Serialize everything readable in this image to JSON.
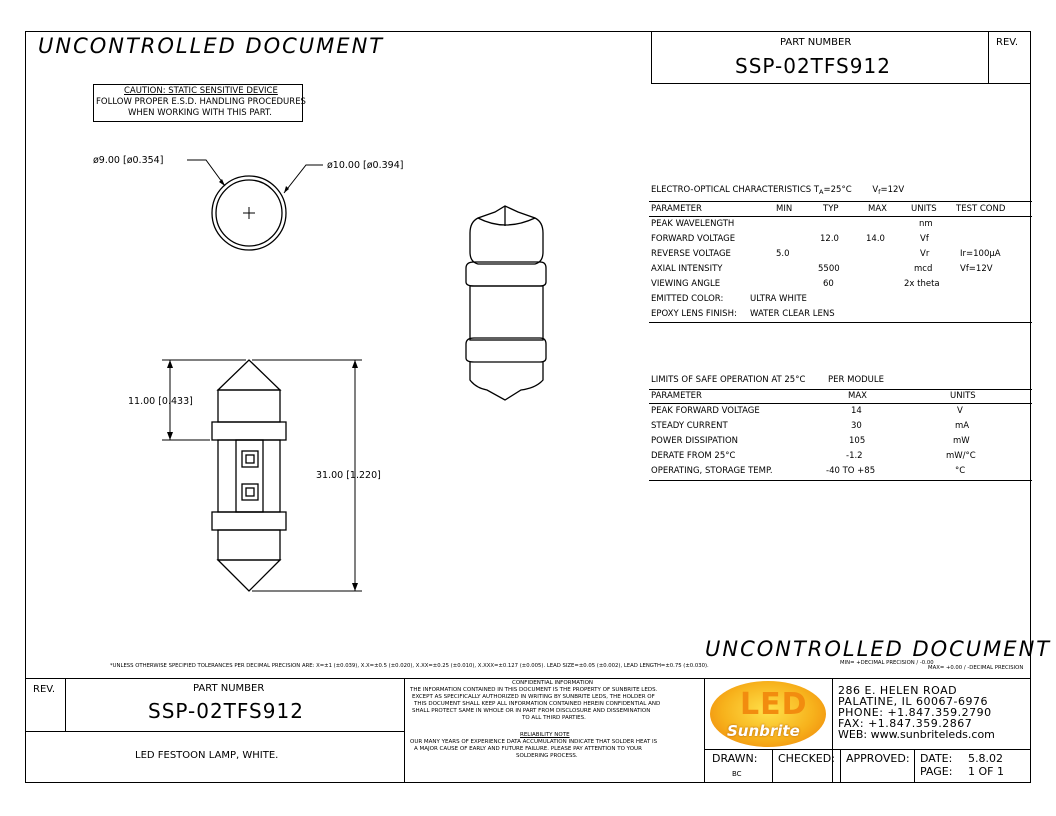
{
  "watermark_top": "UNCONTROLLED DOCUMENT",
  "watermark_bottom": "UNCONTROLLED DOCUMENT",
  "title_block_top": {
    "part_number_label": "PART NUMBER",
    "part_number": "SSP-02TFS912",
    "rev_label": "REV."
  },
  "caution": {
    "title": "CAUTION: STATIC SENSITIVE DEVICE",
    "line1": "FOLLOW PROPER E.S.D. HANDLING PROCEDURES",
    "line2": "WHEN WORKING WITH THIS PART."
  },
  "dimensions": {
    "dia_small": "ø9.00 [ø0.354]",
    "dia_large": "ø10.00 [ø0.394]",
    "tip_height": "11.00 [0.433]",
    "overall_length": "31.00 [1.220]"
  },
  "electro_optical": {
    "title": "ELECTRO-OPTICAL CHARACTERISTICS T",
    "title_sub": "A",
    "title_cond": "=25°C",
    "vf_label": "V",
    "vf_sub": "f",
    "vf_value": "=12V",
    "headers": [
      "PARAMETER",
      "MIN",
      "TYP",
      "MAX",
      "UNITS",
      "TEST COND"
    ],
    "rows": [
      {
        "param": "PEAK WAVELENGTH",
        "min": "",
        "typ": "",
        "max": "",
        "units": "nm",
        "cond": ""
      },
      {
        "param": "FORWARD VOLTAGE",
        "min": "",
        "typ": "12.0",
        "max": "14.0",
        "units": "Vf",
        "cond": ""
      },
      {
        "param": "REVERSE VOLTAGE",
        "min": "5.0",
        "typ": "",
        "max": "",
        "units": "Vr",
        "cond": "Ir=100µA"
      },
      {
        "param": "AXIAL INTENSITY",
        "min": "",
        "typ": "5500",
        "max": "",
        "units": "mcd",
        "cond": "Vf=12V"
      },
      {
        "param": "VIEWING ANGLE",
        "min": "",
        "typ": "60",
        "max": "",
        "units": "2x theta",
        "cond": ""
      }
    ],
    "emitted_color_label": "EMITTED COLOR:",
    "emitted_color": "ULTRA WHITE",
    "epoxy_label": "EPOXY LENS FINISH:",
    "epoxy": "WATER CLEAR LENS"
  },
  "limits": {
    "title": "LIMITS OF SAFE OPERATION AT 25°C",
    "per_module": "PER MODULE",
    "headers": [
      "PARAMETER",
      "MAX",
      "UNITS"
    ],
    "rows": [
      {
        "param": "PEAK FORWARD VOLTAGE",
        "max": "14",
        "units": "V"
      },
      {
        "param": "STEADY CURRENT",
        "max": "30",
        "units": "mA"
      },
      {
        "param": "POWER DISSIPATION",
        "max": "105",
        "units": "mW"
      },
      {
        "param": "DERATE FROM 25°C",
        "max": "-1.2",
        "units": "mW/°C"
      },
      {
        "param": "OPERATING, STORAGE TEMP.",
        "max": "-40 TO +85",
        "units": "°C"
      }
    ]
  },
  "tolerance_note": "*UNLESS OTHERWISE SPECIFIED TOLERANCES PER DECIMAL PRECISION ARE: X=±1 (±0.039), X.X=±0.5 (±0.020), X.XX=±0.25 (±0.010), X.XXX=±0.127 (±0.005).  LEAD SIZE=±0.05 (±0.002), LEAD LENGTH=±0.75 (±0.030).",
  "tolerance_min": "MIN= +DECIMAL PRECISION / -0.00",
  "tolerance_max": "MAX= +0.00 / -DECIMAL PRECISION",
  "title_block_bottom": {
    "rev_label": "REV.",
    "part_number_label": "PART NUMBER",
    "part_number": "SSP-02TFS912",
    "description": "LED FESTOON LAMP, WHITE.",
    "confidential_title": "CONFIDENTIAL INFORMATION",
    "confidential_text": [
      "THE INFORMATION CONTAINED IN THIS DOCUMENT IS THE PROPERTY OF SUNBRITE LEDS.",
      "EXCEPT AS SPECIFICALLY AUTHORIZED IN WRITING BY SUNBRITE LEDS, THE HOLDER OF",
      "THIS DOCUMENT SHALL KEEP ALL INFORMATION CONTAINED HEREIN CONFIDENTIAL AND",
      "SHALL PROTECT SAME IN WHOLE OR   IN PART FROM DISCLOSURE AND DISSEMINATION",
      "TO ALL THIRD PARTIES."
    ],
    "reliability_title": "RELIABILITY NOTE",
    "reliability_text": [
      "OUR MANY YEARS OF EXPERIENCE DATA ACCUMULATION INDICATE THAT SOLDER HEAT IS",
      "A MAJOR CAUSE OF EARLY AND FUTURE FAILURE.  PLEASE PAY ATTENTION TO YOUR",
      "SOLDERING PROCESS."
    ],
    "logo_top": "LED",
    "logo_bottom": "Sunbrite",
    "address": [
      "286 E. HELEN ROAD",
      "PALATINE, IL  60067-6976",
      "PHONE: +1.847.359.2790",
      "FAX: +1.847.359.2867",
      "WEB: www.sunbriteleds.com"
    ],
    "drawn_label": "DRAWN:",
    "drawn_by": "BC",
    "checked_label": "CHECKED:",
    "approved_label": "APPROVED:",
    "date_label": "DATE:",
    "date": "5.8.02",
    "page_label": "PAGE:",
    "page": "1 OF 1"
  }
}
